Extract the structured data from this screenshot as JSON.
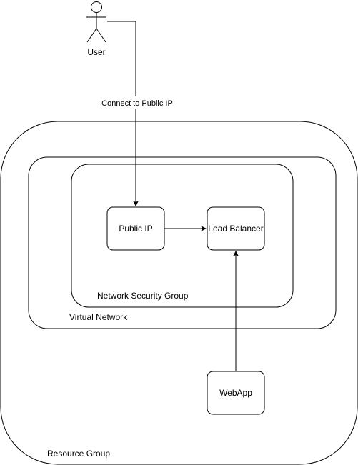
{
  "actor": {
    "label": "User",
    "icon": "person-icon"
  },
  "edges": {
    "user_to_public_ip": "Connect to Public IP"
  },
  "groups": {
    "resource_group": "Resource Group",
    "virtual_network": "Virtual Network",
    "network_security_group": "Network Security Group"
  },
  "nodes": {
    "public_ip": "Public IP",
    "load_balancer": "Load Balancer",
    "webapp": "WebApp"
  },
  "colors": {
    "stroke": "#000000",
    "background": "#ffffff"
  }
}
